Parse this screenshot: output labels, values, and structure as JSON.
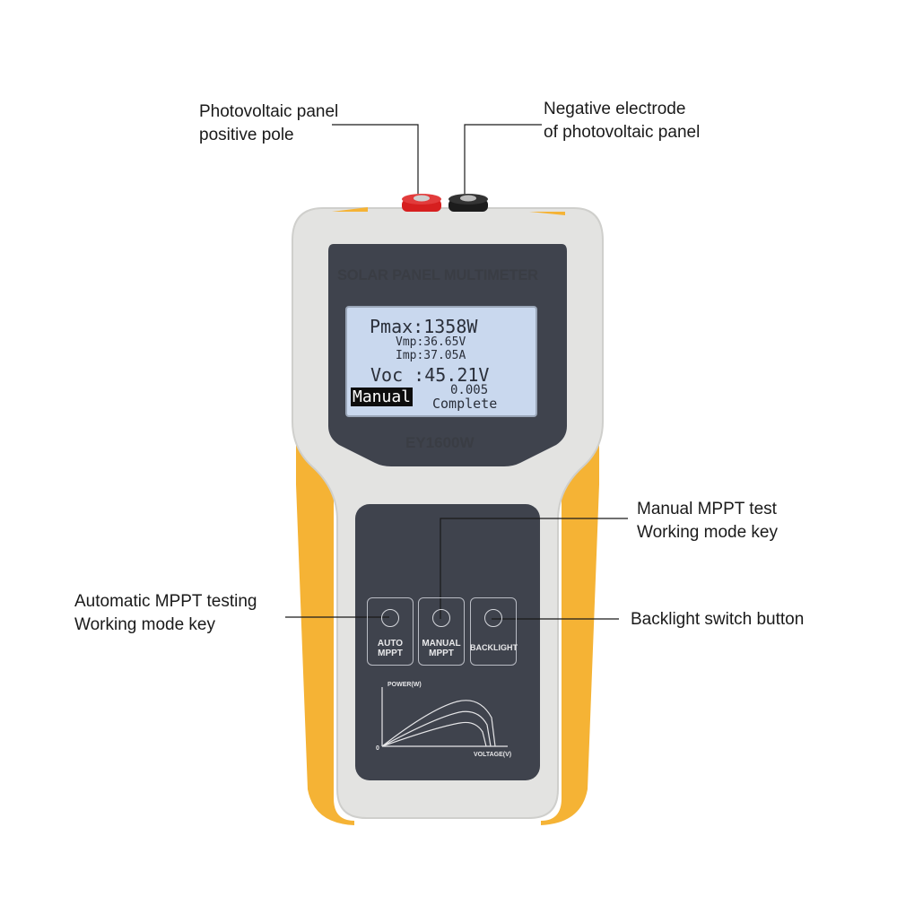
{
  "callouts": {
    "positive_pole": {
      "line1": "Photovoltaic panel",
      "line2": "positive pole"
    },
    "negative_pole": {
      "line1": "Negative electrode",
      "line2": "of photovoltaic panel"
    },
    "manual_key": {
      "line1": "Manual MPPT test",
      "line2": "Working mode key"
    },
    "auto_key": {
      "line1": "Automatic MPPT testing",
      "line2": "Working mode key"
    },
    "backlight": {
      "line1": "Backlight switch button"
    }
  },
  "device": {
    "title": "SOLAR PANEL MULTIMETER",
    "model": "EY1600W",
    "body_color": "#e3e3e1",
    "accent_color": "#f5b335",
    "panel_color": "#3f434d",
    "display": {
      "pmax": "Pmax:1358W",
      "vmp": "Vmp:36.65V",
      "imp": "Imp:37.05A",
      "voc": "Voc :45.21V",
      "mode": "Manual",
      "value": "0.005",
      "status": "Complete",
      "background": "#c9d8ee"
    },
    "keys": [
      {
        "line1": "AUTO",
        "line2": "MPPT"
      },
      {
        "line1": "MANUAL",
        "line2": "MPPT"
      },
      {
        "line1": "BACKLIGHT",
        "line2": ""
      }
    ],
    "graph": {
      "y_label": "POWER(W)",
      "x_label": "VOLTAGE(V)",
      "origin": "0"
    }
  }
}
